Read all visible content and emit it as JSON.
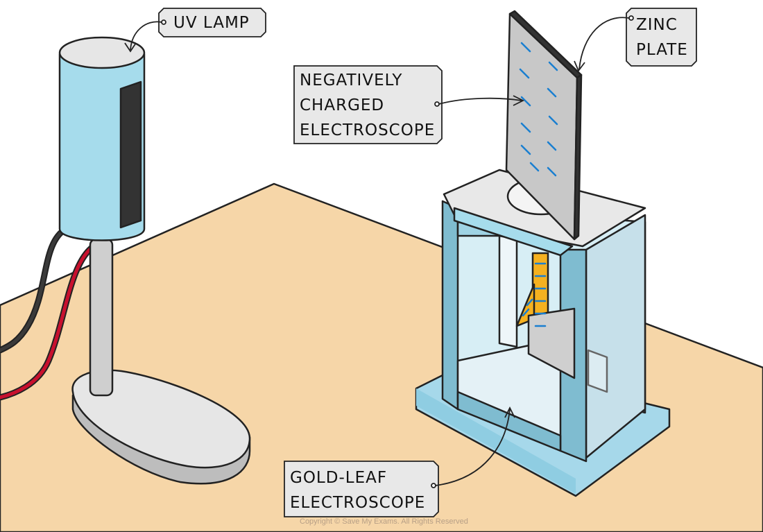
{
  "labels": {
    "uv_lamp": "UV  LAMP",
    "zinc_plate": "ZINC\nPLATE",
    "negatively_charged": "NEGATIVELY\nCHARGED\nELECTROSCOPE",
    "gold_leaf": "GOLD-LEAF\nELECTROSCOPE"
  },
  "copyright": "Copyright © Save My Exams. All Rights Reserved",
  "colors": {
    "table": "#f6d6a8",
    "lamp_body": "#a6dcec",
    "lamp_window": "#333333",
    "glass": "#c6e6f0",
    "gold_leaf": "#f5b120",
    "zinc_plate": "#c8c8c8",
    "charge_marks": "#1a7fd0",
    "tag_fill": "#e8e8e8",
    "cable_red": "#c8102e",
    "cable_black": "#333333"
  }
}
